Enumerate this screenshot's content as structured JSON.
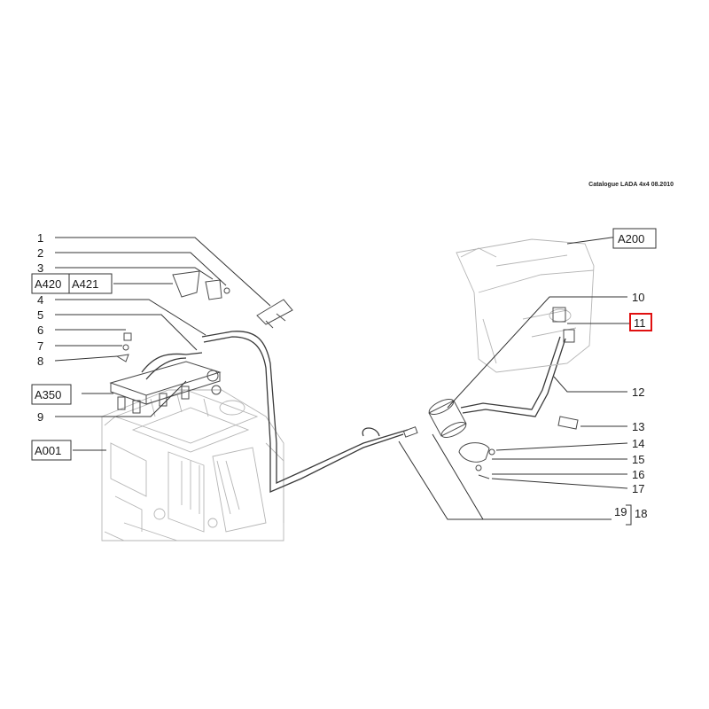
{
  "caption": "Catalogue LADA 4x4  08.2010",
  "highlight_color": "#e01010",
  "callouts": {
    "n1": "1",
    "n2": "2",
    "n3": "3",
    "n4": "4",
    "n5": "5",
    "n6": "6",
    "n7": "7",
    "n8": "8",
    "n9": "9",
    "n10": "10",
    "n11": "11",
    "n12": "12",
    "n13": "13",
    "n14": "14",
    "n15": "15",
    "n16": "16",
    "n17": "17",
    "n18": "18",
    "n19": "19"
  },
  "refs": {
    "a200": "A200",
    "a420": "A420",
    "a421": "A421",
    "a350": "A350",
    "a001": "A001"
  }
}
